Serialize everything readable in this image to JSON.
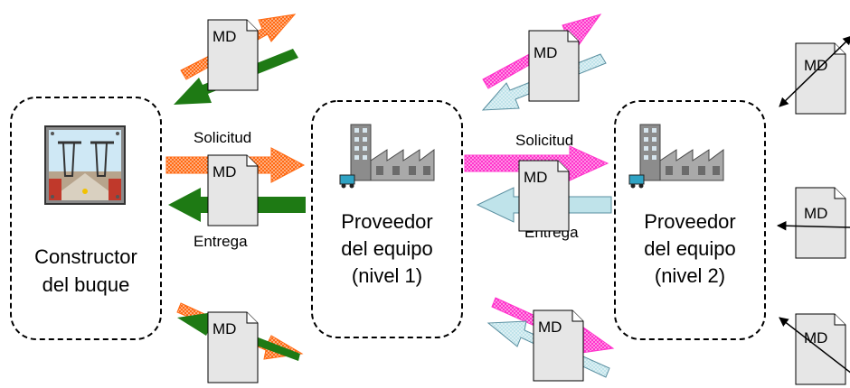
{
  "nodes": {
    "shipbuilder": {
      "line1": "Constructor",
      "line2": "del buque"
    },
    "supplier1": {
      "line1": "Proveedor",
      "line2": "del equipo",
      "line3": "(nivel 1)"
    },
    "supplier2": {
      "line1": "Proveedor",
      "line2": "del equipo",
      "line3": "(nivel 2)"
    }
  },
  "labels": {
    "request": "Solicitud",
    "delivery": "Entrega"
  },
  "document_label": "MD",
  "colors": {
    "request_level1": "#FF6A13",
    "delivery_level1": "#1E7A14",
    "request_level2": "#FF33CC",
    "delivery_level2": "#BFE3EA"
  },
  "icons": {
    "shipbuilder": "shipyard-crane-icon",
    "supplier": "factory-icon",
    "document": "document-icon"
  }
}
